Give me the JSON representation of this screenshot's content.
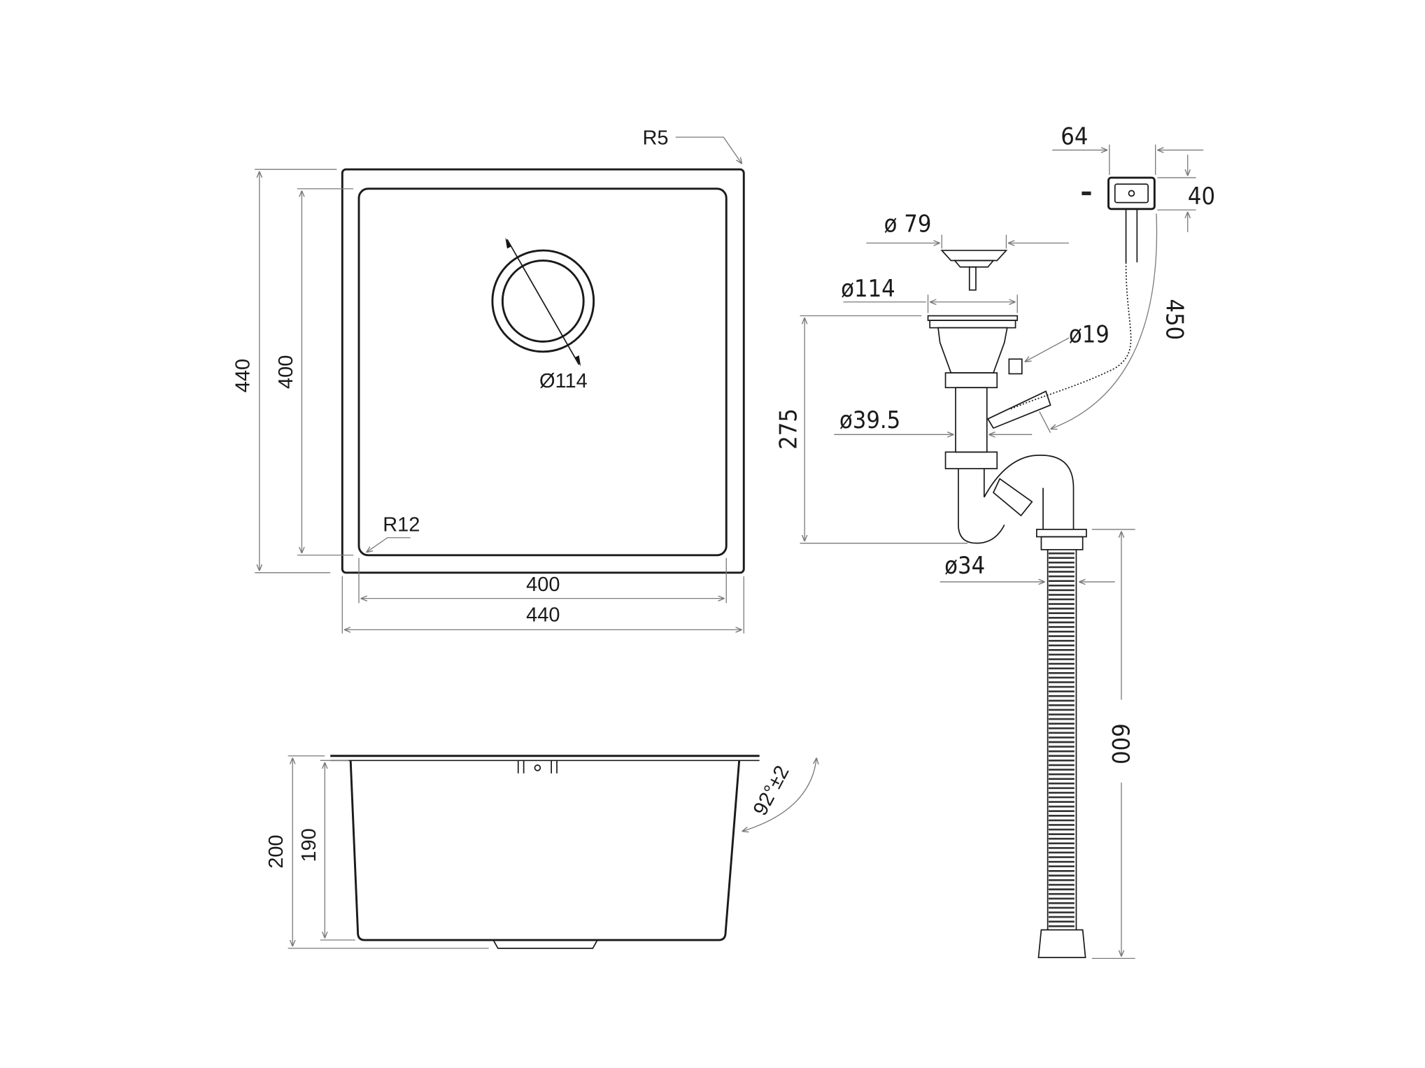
{
  "sink_top_view": {
    "corner_radius_outer": "R5",
    "corner_radius_inner": "R12",
    "drain_diameter": "Ø114",
    "outer_height": "440",
    "inner_height": "400",
    "inner_width": "400",
    "outer_width": "440"
  },
  "sink_side_view": {
    "total_depth": "200",
    "bowl_depth": "190",
    "wall_angle": "92°±2"
  },
  "drain_kit": {
    "overflow_width": "64",
    "overflow_height": "40",
    "strainer_diameter": "ø 79",
    "flange_diameter": "ø114",
    "overflow_inlet_diameter": "ø19",
    "overflow_hose_length": "450",
    "trap_height": "275",
    "pipe_diameter": "ø39.5",
    "outlet_diameter": "ø34",
    "outlet_hose_length": "600"
  }
}
